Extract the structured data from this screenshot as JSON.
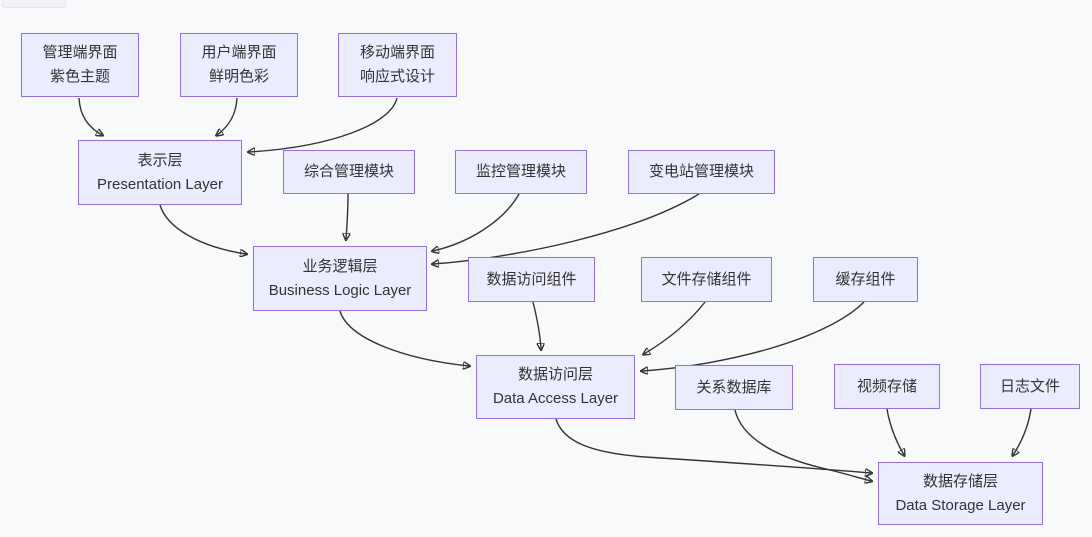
{
  "diagram": {
    "type": "flowchart",
    "background_color": "#f8f9fb",
    "node_fill_color": "#ECECFF",
    "node_border_color": "#9370DB",
    "edge_color": "#333333",
    "text_color": "#333333",
    "nodes": {
      "admin_ui": {
        "line1": "管理端界面",
        "line2": "紫色主题"
      },
      "user_ui": {
        "line1": "用户端界面",
        "line2": "鲜明色彩"
      },
      "mobile_ui": {
        "line1": "移动端界面",
        "line2": "响应式设计"
      },
      "presentation": {
        "line1": "表示层",
        "line2": "Presentation Layer"
      },
      "mgmt_module": {
        "line1": "综合管理模块"
      },
      "monitor_module": {
        "line1": "监控管理模块"
      },
      "substation_module": {
        "line1": "变电站管理模块"
      },
      "business": {
        "line1": "业务逻辑层",
        "line2": "Business Logic Layer"
      },
      "data_access_comp": {
        "line1": "数据访问组件"
      },
      "file_storage_comp": {
        "line1": "文件存储组件"
      },
      "cache_comp": {
        "line1": "缓存组件"
      },
      "data_access": {
        "line1": "数据访问层",
        "line2": "Data Access Layer"
      },
      "rdb": {
        "line1": "关系数据库"
      },
      "video_storage": {
        "line1": "视频存储"
      },
      "log_file": {
        "line1": "日志文件"
      },
      "data_storage": {
        "line1": "数据存储层",
        "line2": "Data Storage Layer"
      }
    },
    "edges": [
      {
        "from": "admin_ui",
        "to": "presentation"
      },
      {
        "from": "user_ui",
        "to": "presentation"
      },
      {
        "from": "mobile_ui",
        "to": "presentation"
      },
      {
        "from": "presentation",
        "to": "business"
      },
      {
        "from": "mgmt_module",
        "to": "business"
      },
      {
        "from": "monitor_module",
        "to": "business"
      },
      {
        "from": "substation_module",
        "to": "business"
      },
      {
        "from": "business",
        "to": "data_access"
      },
      {
        "from": "data_access_comp",
        "to": "data_access"
      },
      {
        "from": "file_storage_comp",
        "to": "data_access"
      },
      {
        "from": "cache_comp",
        "to": "data_access"
      },
      {
        "from": "data_access",
        "to": "data_storage"
      },
      {
        "from": "rdb",
        "to": "data_storage"
      },
      {
        "from": "video_storage",
        "to": "data_storage"
      },
      {
        "from": "log_file",
        "to": "data_storage"
      }
    ]
  }
}
